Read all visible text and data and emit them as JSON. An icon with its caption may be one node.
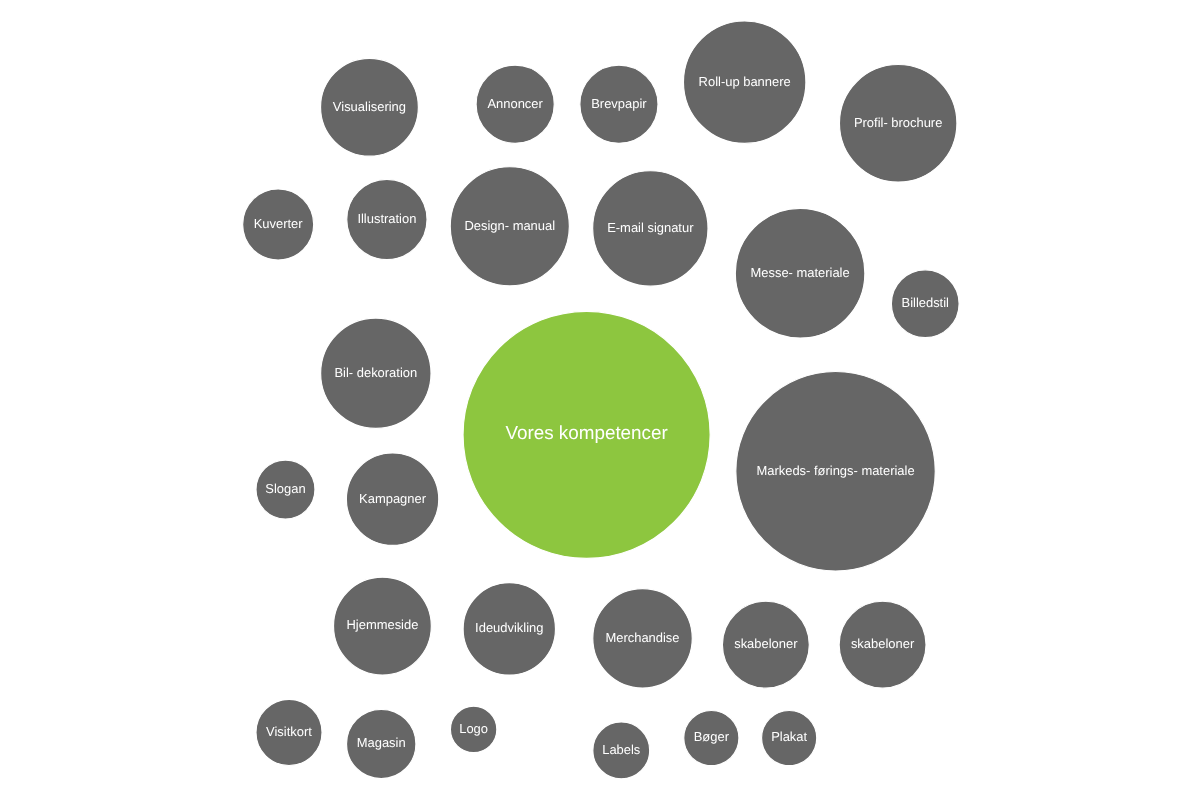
{
  "diagram": {
    "nodes": [
      {
        "text": [
          "Kampagner"
        ]
      },
      {
        "text": [
          "Hjemmeside"
        ]
      },
      {
        "text": [
          "Logo"
        ]
      },
      {
        "text": [
          "Ideudvikling"
        ]
      },
      {
        "text": [
          "E-mail signatur"
        ]
      },
      {
        "text": [
          "skabeloner"
        ]
      },
      {
        "text": [
          "Illustration"
        ]
      },
      {
        "text": [
          "Vores kompetencer"
        ]
      },
      {
        "text": [
          "Brevpapir"
        ]
      },
      {
        "text": [
          "Labels"
        ]
      },
      {
        "text": [
          "skabeloner"
        ]
      },
      {
        "text": [
          "Design- manual"
        ]
      },
      {
        "text": [
          "Billedstil"
        ]
      },
      {
        "text": [
          "Kuverter"
        ]
      },
      {
        "text": [
          "Annoncer"
        ]
      },
      {
        "text": [
          "Slogan"
        ]
      },
      {
        "text": [
          "Visualisering"
        ]
      },
      {
        "text": [
          "Markeds- førings- materiale"
        ]
      },
      {
        "text": [
          "Visitkort"
        ]
      },
      {
        "text": [
          "Bøger"
        ]
      },
      {
        "text": [
          "Plakat"
        ]
      },
      {
        "text": [
          "Profil- brochure"
        ]
      },
      {
        "text": [
          "Magasin"
        ]
      },
      {
        "text": [
          "Messe- materiale"
        ]
      },
      {
        "text": [
          "Roll-up bannere"
        ]
      },
      {
        "text": [
          "Merchandise"
        ]
      },
      {
        "text": [
          "Bil- dekoration"
        ]
      }
    ]
  }
}
